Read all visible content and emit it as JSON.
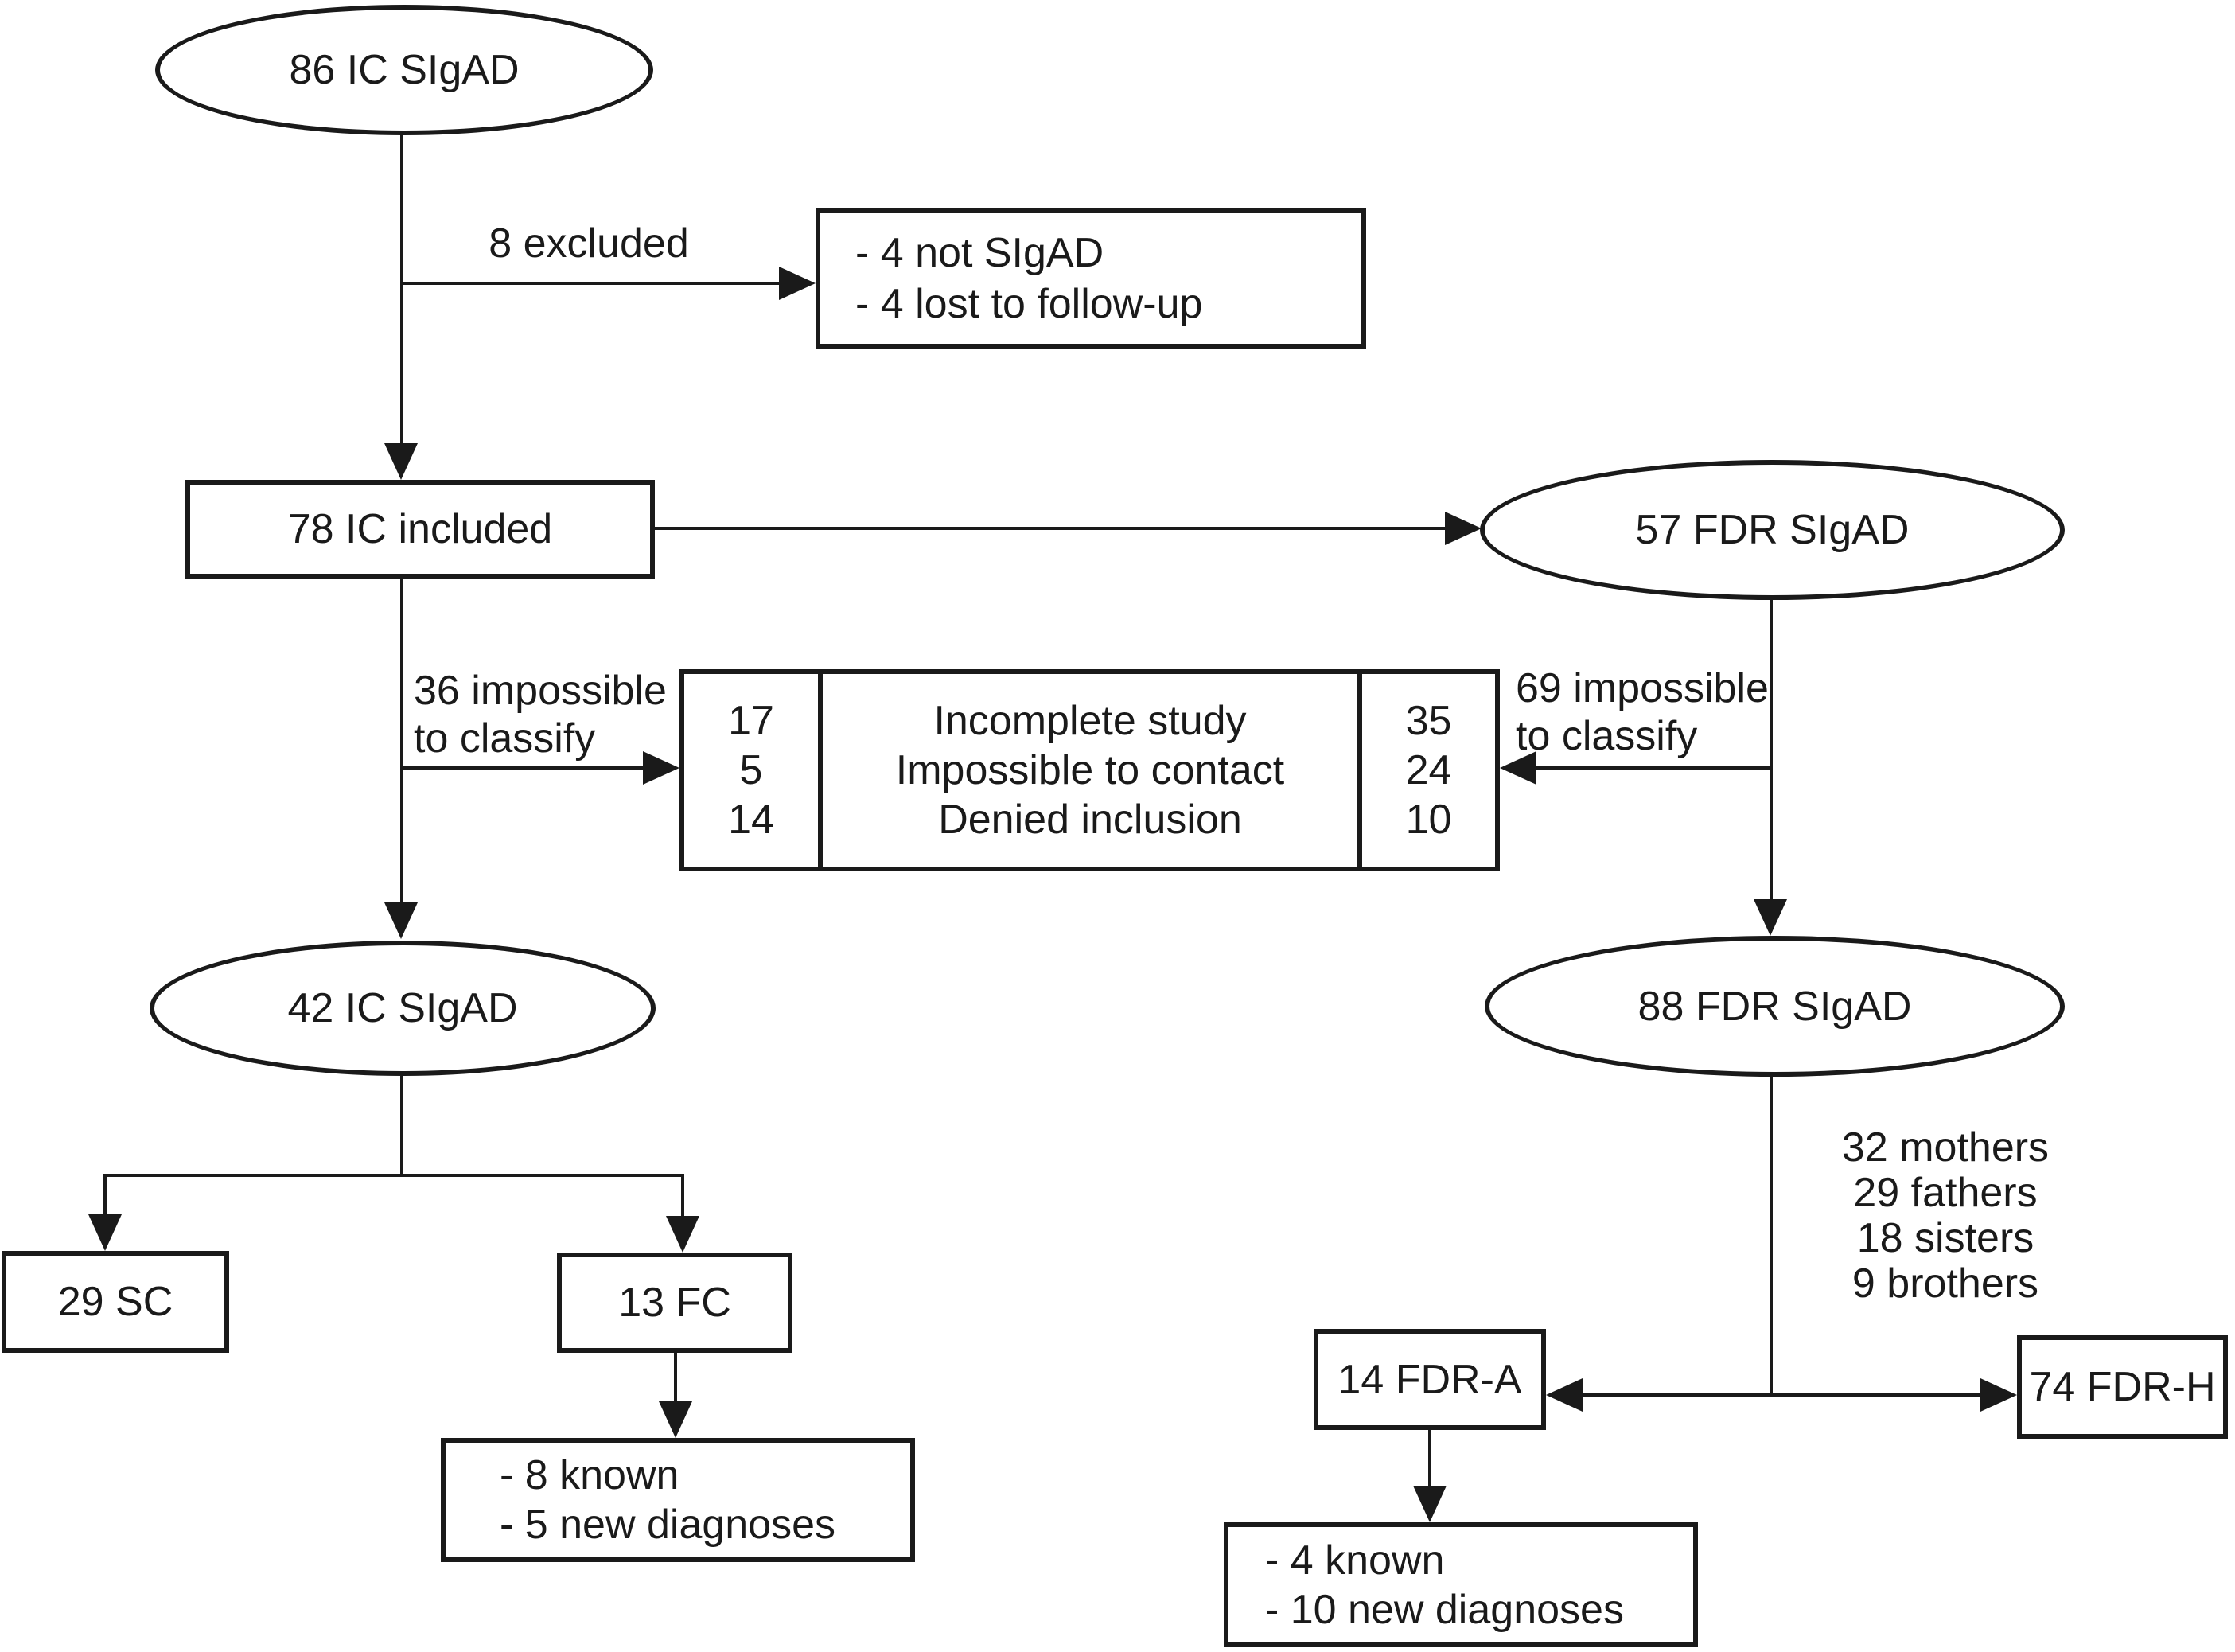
{
  "nodes": {
    "ic_initial": "86 IC SIgAD",
    "excluded_label": "8 excluded",
    "excluded_items": [
      "- 4 not SIgAD",
      "- 4 lost to follow-up"
    ],
    "ic_included": "78 IC included",
    "fdr_initial": "57 FDR SIgAD",
    "ic_unclassified_label": [
      "36 impossible",
      "to classify"
    ],
    "fdr_unclassified_label": [
      "69 impossible",
      "to classify"
    ],
    "reasons": {
      "ic_counts": [
        "17",
        "5",
        "14"
      ],
      "labels": [
        "Incomplete study",
        "Impossible to contact",
        "Denied inclusion"
      ],
      "fdr_counts": [
        "35",
        "24",
        "10"
      ]
    },
    "ic_final": "42 IC SIgAD",
    "fdr_final": "88 FDR SIgAD",
    "sc": "29 SC",
    "fc": "13 FC",
    "fc_outcomes": [
      "- 8 known",
      "- 5 new diagnoses"
    ],
    "fdr_breakdown": [
      "32 mothers",
      "29 fathers",
      "18 sisters",
      "9 brothers"
    ],
    "fdr_a": "14 FDR-A",
    "fdr_h": "74 FDR-H",
    "fdr_a_outcomes": [
      "- 4 known",
      "- 10 new diagnoses"
    ]
  }
}
